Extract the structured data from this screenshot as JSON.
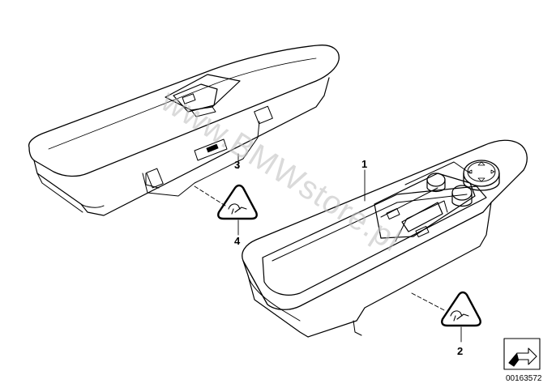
{
  "diagram": {
    "callouts": {
      "part1": "1",
      "part2": "2",
      "part3": "3",
      "part4": "4"
    },
    "watermark": "www.BMWstore.pl",
    "document_number": "00163572"
  }
}
